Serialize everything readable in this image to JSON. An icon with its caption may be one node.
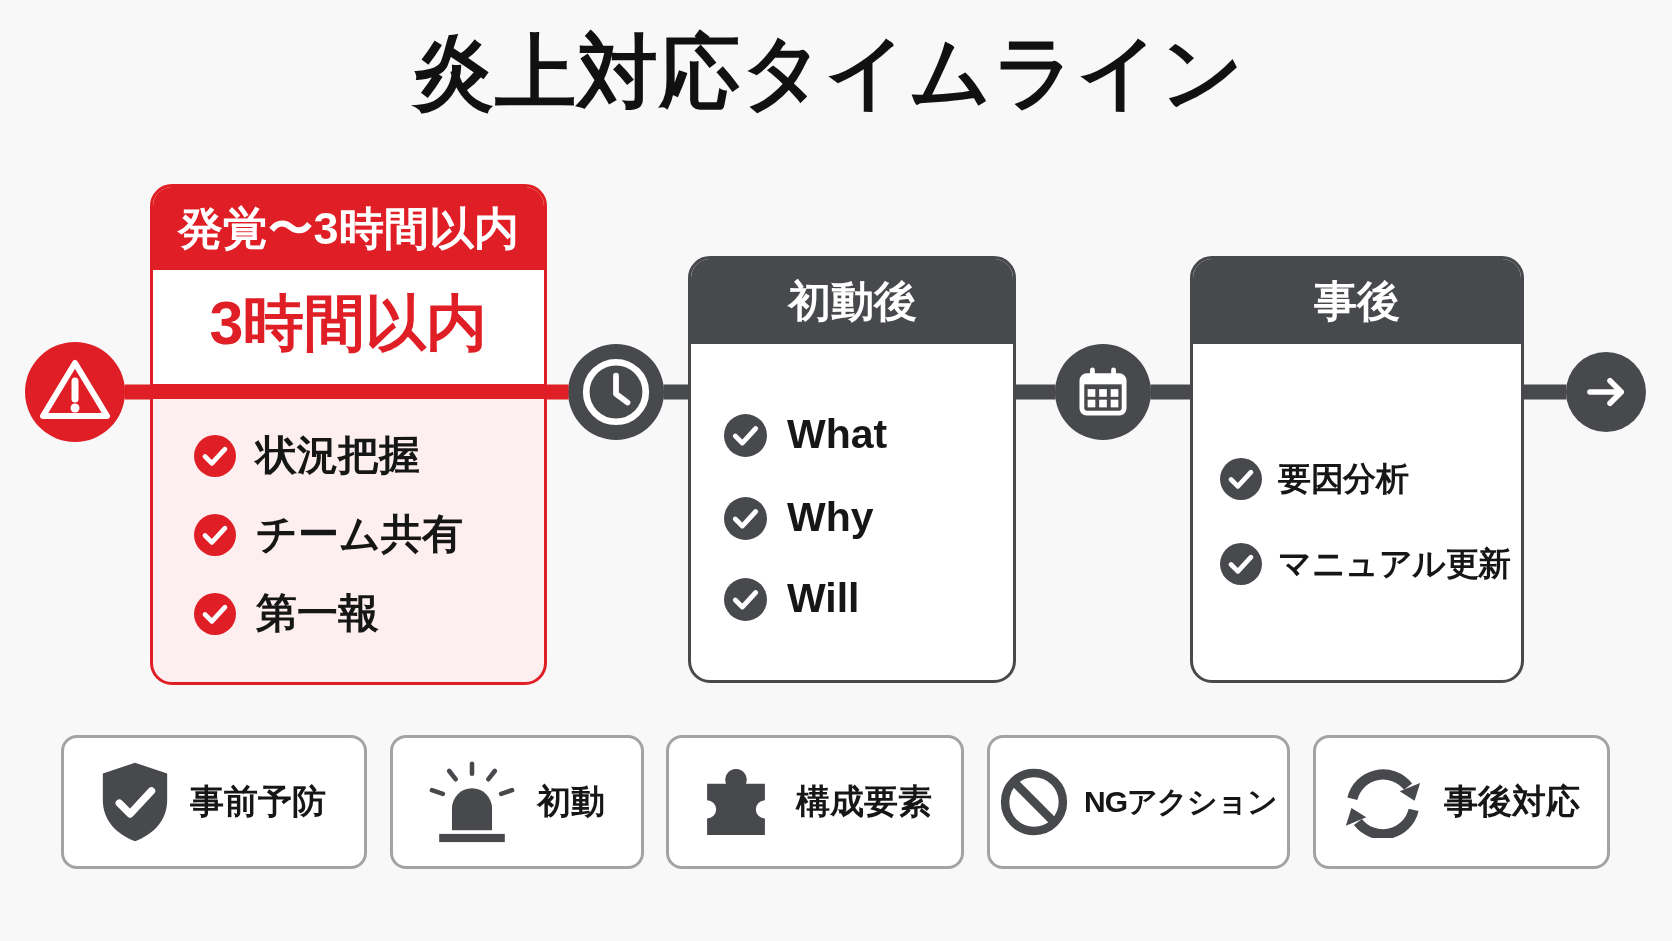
{
  "diagram": {
    "title": "炎上対応タイムライン",
    "nodes": [
      {
        "text": [],
        "shape": "circle"
      },
      {
        "text": [
          "発覚〜3時間以内",
          "3時間以内",
          "状況把握",
          "チーム共有",
          "第一報"
        ]
      },
      {
        "text": [],
        "shape": "circle"
      },
      {
        "text": [
          "初動後",
          "What",
          "Why",
          "Will"
        ]
      },
      {
        "text": [],
        "shape": "circle"
      },
      {
        "text": [
          "事後",
          "要因分析",
          "マニュアル更新"
        ]
      },
      {
        "text": [],
        "shape": "circle"
      },
      {
        "text": [
          "事前予防"
        ]
      },
      {
        "text": [
          "初動"
        ]
      },
      {
        "text": [
          "構成要素"
        ]
      },
      {
        "text": [
          "NGアクション"
        ]
      },
      {
        "text": [
          "事後対応"
        ]
      }
    ],
    "edges": [
      {
        "from": 0,
        "to": 1,
        "arrow": "none",
        "color": "#e01e25"
      },
      {
        "from": 1,
        "to": 2,
        "arrow": "none",
        "color": "#e01e25"
      },
      {
        "from": 2,
        "to": 3,
        "arrow": "none"
      },
      {
        "from": 3,
        "to": 4,
        "arrow": "none"
      },
      {
        "from": 4,
        "to": 5,
        "arrow": "none"
      },
      {
        "from": 5,
        "to": 6,
        "arrow": "none"
      }
    ]
  }
}
